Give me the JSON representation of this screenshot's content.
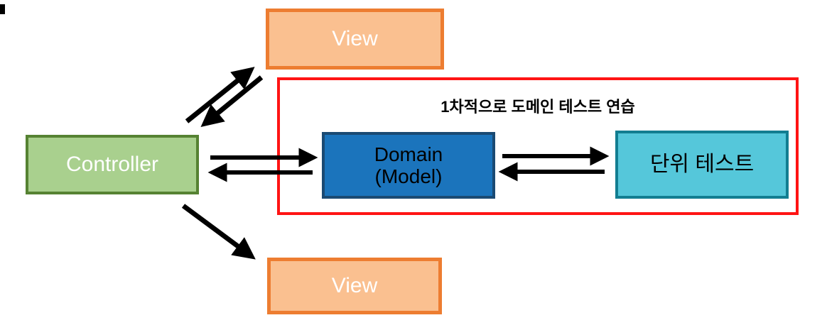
{
  "diagram": {
    "background": "#FFFFFF",
    "highlight_box": {
      "title": "1차적으로 도메인 테스트 연습",
      "border_color": "#FF1414"
    },
    "nodes": {
      "controller": {
        "label": "Controller",
        "fill": "#A9D08E",
        "border_color": "#568233",
        "text_color": "#FFFFFF"
      },
      "view_top": {
        "label": "View",
        "fill": "#FAC090",
        "border_color": "#ED7D31",
        "text_color": "#FFFFFF"
      },
      "view_bottom": {
        "label": "View",
        "fill": "#FAC090",
        "border_color": "#ED7D31",
        "text_color": "#FFFFFF"
      },
      "domain": {
        "label": "Domain\n(Model)",
        "fill": "#1B74BC",
        "border_color": "#1A4A73",
        "text_color": "#000000"
      },
      "unit_test": {
        "label": "단위 테스트",
        "fill": "#55C7DA",
        "border_color": "#127E91",
        "text_color": "#000000"
      }
    },
    "arrows": {
      "color": "#000000",
      "connections": [
        {
          "from": "controller",
          "to": "view_top",
          "style": "one-way"
        },
        {
          "from": "view_top",
          "to": "controller",
          "style": "one-way"
        },
        {
          "from": "controller",
          "to": "domain",
          "style": "one-way"
        },
        {
          "from": "domain",
          "to": "controller",
          "style": "one-way"
        },
        {
          "from": "domain",
          "to": "unit_test",
          "style": "one-way"
        },
        {
          "from": "unit_test",
          "to": "domain",
          "style": "one-way"
        },
        {
          "from": "controller",
          "to": "view_bottom",
          "style": "one-way"
        }
      ]
    }
  }
}
